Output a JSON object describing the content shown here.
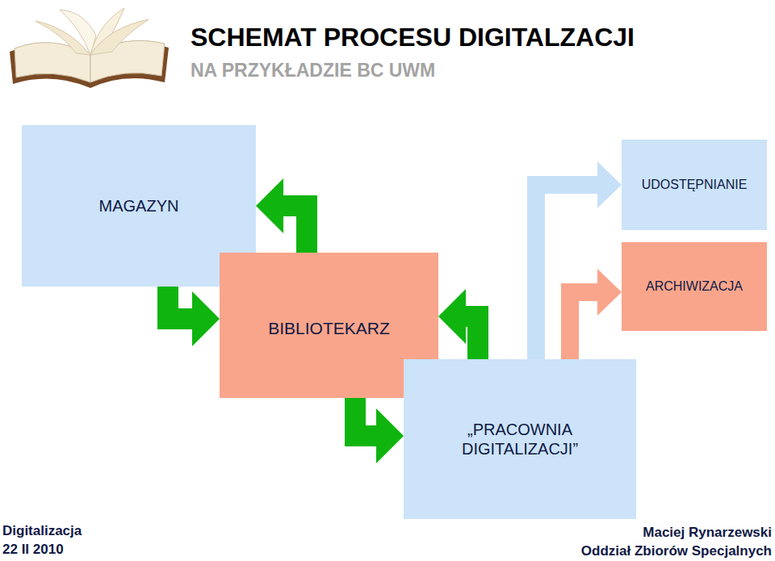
{
  "diagram": {
    "title": "SCHEMAT PROCESU DIGITALZACJI",
    "nodes": [
      {
        "text": [
          "MAGAZYN"
        ]
      },
      {
        "text": [
          "UDOSTĘPNIANIE"
        ]
      },
      {
        "text": [
          "ARCHIWIZACJA"
        ]
      },
      {
        "text": [
          "BIBLIOTEKARZ"
        ]
      },
      {
        "text": [
          "„PRACOWNIA DIGITALIZACJI”"
        ]
      }
    ],
    "edges": [
      {
        "from": 0,
        "to": 3,
        "arrow": "to"
      },
      {
        "from": 3,
        "to": 0,
        "arrow": "to"
      },
      {
        "from": 3,
        "to": 4,
        "arrow": "to"
      },
      {
        "from": 4,
        "to": 3,
        "arrow": "to"
      },
      {
        "from": 4,
        "to": 1,
        "arrow": "to"
      },
      {
        "from": 4,
        "to": 2,
        "arrow": "to"
      }
    ],
    "labels": [
      "NA PRZYKŁADZIE BC UWM",
      "Digitalizacja",
      "22 II 2010",
      "Maciej Rynarzewski",
      "Oddział Zbiorów Specjalnych"
    ]
  }
}
